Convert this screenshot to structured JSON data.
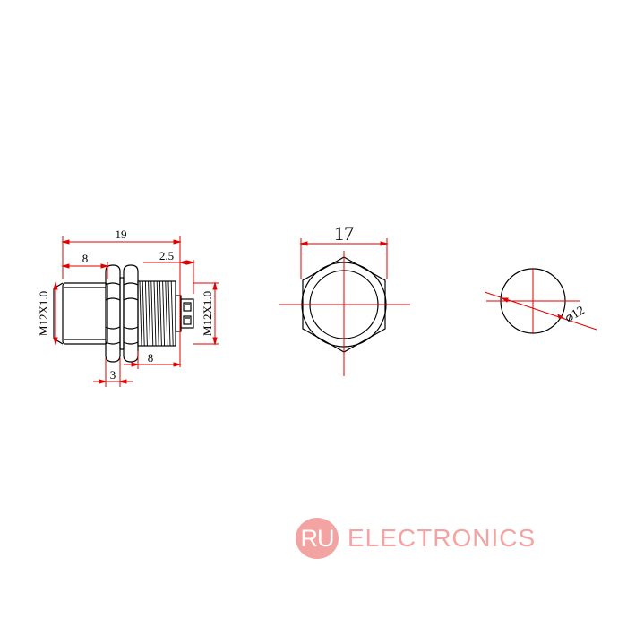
{
  "side_view": {
    "dim_total_length": "19",
    "dim_body_length": "8",
    "dim_thread_tail": "2.5",
    "dim_thread_length": "8",
    "dim_nut_width": "3",
    "thread_label_left": "M12X1.0",
    "thread_label_right": "M12X1.0"
  },
  "front_view": {
    "dim_hex_across_flats": "17"
  },
  "cutout_view": {
    "dim_diameter": "⌀12"
  },
  "watermark": {
    "badge": "RU",
    "text": "ELECTRONICS",
    "color": "#f4a3a3"
  },
  "colors": {
    "outline": "#000000",
    "dimension": "#e00000"
  }
}
